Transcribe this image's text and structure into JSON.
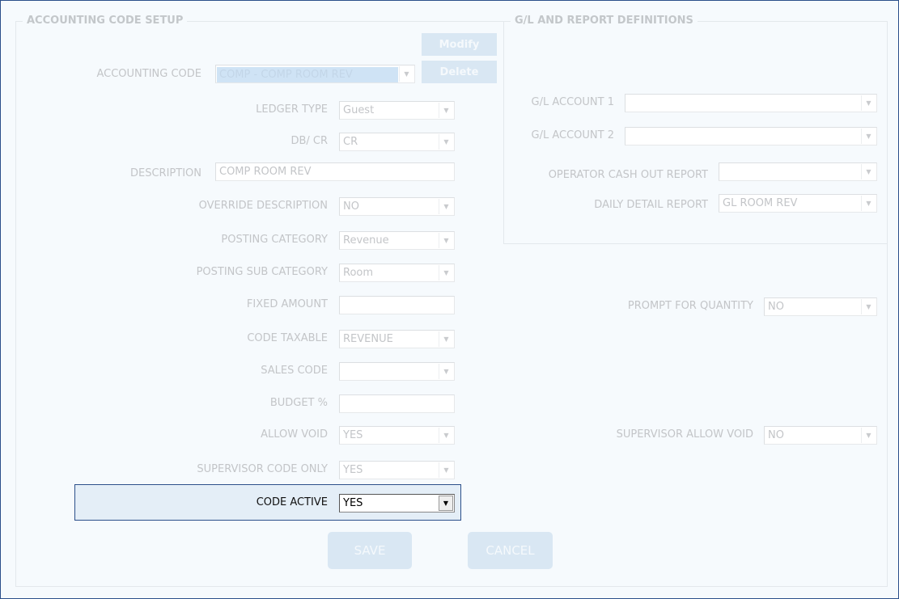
{
  "accounting_setup": {
    "title": "ACCOUNTING CODE SETUP",
    "modify_label": "Modify",
    "delete_label": "Delete",
    "accounting_code": {
      "label": "ACCOUNTING CODE",
      "value": "COMP - COMP ROOM REV"
    },
    "ledger_type": {
      "label": "LEDGER TYPE",
      "value": "Guest"
    },
    "db_cr": {
      "label": "DB/ CR",
      "value": "CR"
    },
    "description": {
      "label": "DESCRIPTION",
      "value": "COMP ROOM REV"
    },
    "override_description": {
      "label": "OVERRIDE DESCRIPTION",
      "value": "NO"
    },
    "posting_category": {
      "label": "POSTING CATEGORY",
      "value": "Revenue"
    },
    "posting_sub_category": {
      "label": "POSTING SUB CATEGORY",
      "value": "Room"
    },
    "fixed_amount": {
      "label": "FIXED AMOUNT",
      "value": ""
    },
    "code_taxable": {
      "label": "CODE TAXABLE",
      "value": "REVENUE"
    },
    "sales_code": {
      "label": "SALES CODE",
      "value": ""
    },
    "budget": {
      "label": "BUDGET %",
      "value": ""
    },
    "allow_void": {
      "label": "ALLOW VOID",
      "value": "YES"
    },
    "supervisor_code_only": {
      "label": "SUPERVISOR CODE ONLY",
      "value": "YES"
    },
    "code_active": {
      "label": "CODE ACTIVE",
      "value": "YES"
    },
    "prompt_for_quantity": {
      "label": "PROMPT FOR QUANTITY",
      "value": "NO"
    },
    "supervisor_allow_void": {
      "label": "SUPERVISOR ALLOW VOID",
      "value": "NO"
    },
    "save_label": "SAVE",
    "cancel_label": "CANCEL"
  },
  "gl": {
    "title": "G/L AND REPORT DEFINITIONS",
    "gl_account_1": {
      "label": "G/L ACCOUNT 1",
      "value": ""
    },
    "gl_account_2": {
      "label": "G/L ACCOUNT 2",
      "value": ""
    },
    "operator_cash_out_report": {
      "label": "OPERATOR CASH OUT REPORT",
      "value": ""
    },
    "daily_detail_report": {
      "label": "DAILY DETAIL REPORT",
      "value": "GL ROOM REV"
    }
  },
  "icons": {
    "dropdown": "chevron-down-icon"
  }
}
